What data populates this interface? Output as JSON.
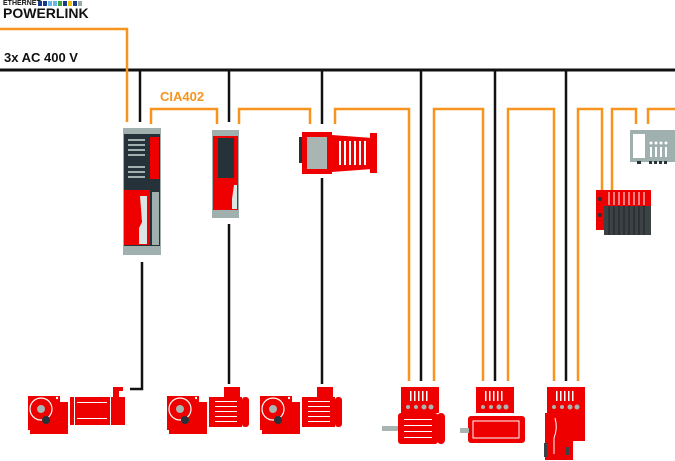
{
  "logo": {
    "top_text": "ETHERNET",
    "main_text": "POWERLINK",
    "bar_colors": [
      "#1a3b8c",
      "#1a3b8c",
      "#6bb5e8",
      "#6bb5e8",
      "#3aa93a",
      "#1a3b8c",
      "#f2c200",
      "#1a3b8c",
      "#9aa"
    ]
  },
  "bus": {
    "label": "3x AC 400 V"
  },
  "protocol_label": "CIA402",
  "colors": {
    "powerlink_line": "#f7941d",
    "power_line": "#111111",
    "device_red": "#ee0000",
    "device_dark": "#26323a",
    "device_grey": "#9fb0ae"
  },
  "devices": {
    "cabinet_drives": [
      "main-servo-drive",
      "compact-servo-drive"
    ],
    "decentral_drive": "robot-drive-module",
    "io": [
      "io-rack",
      "controller-io-module"
    ],
    "motors": [
      "geared-servo-motor-1",
      "geared-motor-2",
      "geared-motor-3",
      "integrated-drive-motor-4",
      "integrated-drive-motor-5",
      "integrated-drive-motor-6"
    ]
  }
}
